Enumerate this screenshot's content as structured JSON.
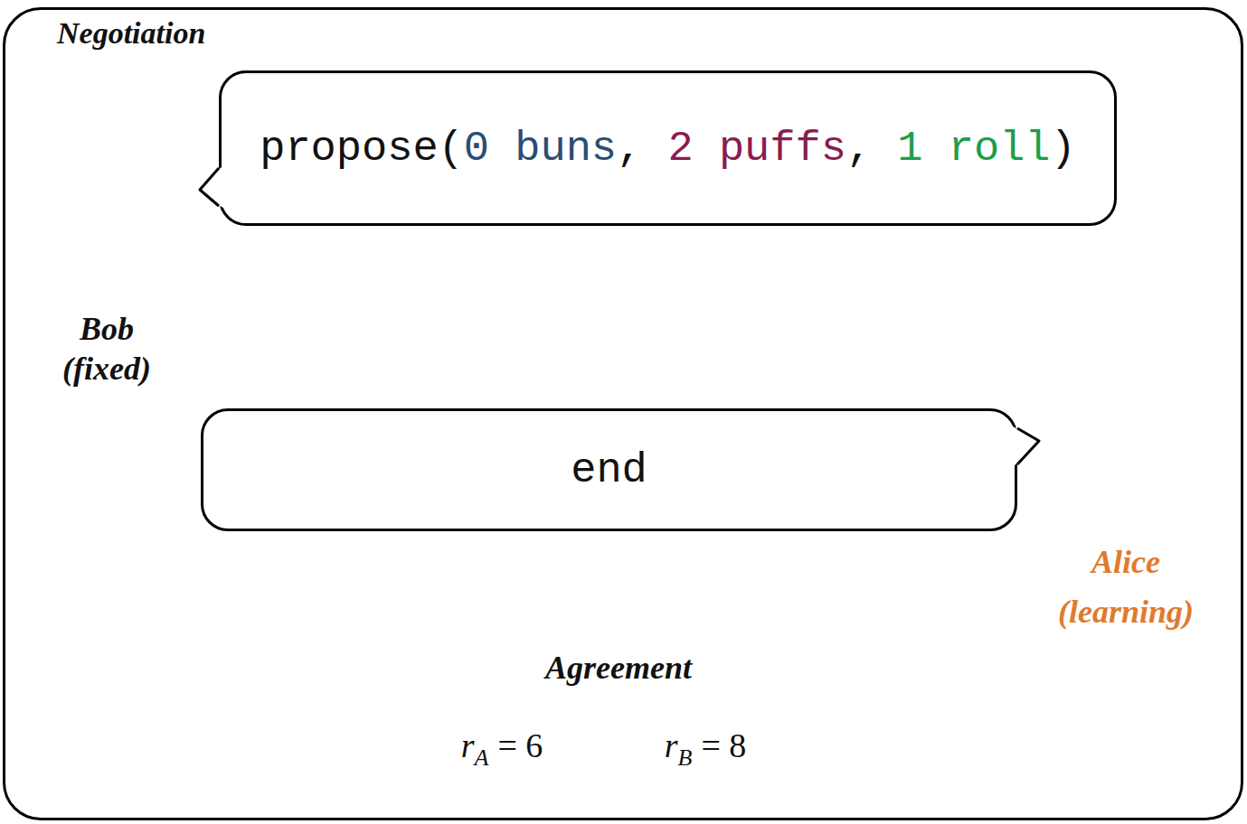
{
  "diagram": {
    "nodes": [
      {
        "text": [
          "Negotiation"
        ]
      },
      {
        "text": [
          "propose(",
          "0 buns",
          ", ",
          "2 puffs",
          ", ",
          "1 roll",
          ")"
        ],
        "in": 0
      },
      {
        "text": [
          "end"
        ],
        "in": 0
      }
    ],
    "labels": [
      "Bob",
      "(fixed)",
      "Alice",
      "(learning)",
      "Agreement",
      "r",
      "A",
      "= 6",
      "r",
      "B",
      "= 8"
    ]
  }
}
